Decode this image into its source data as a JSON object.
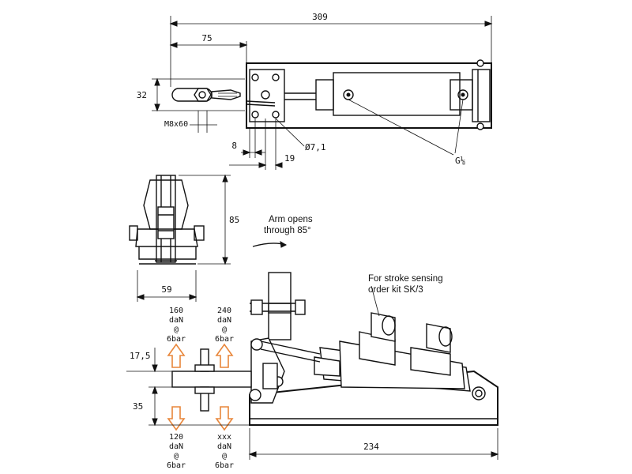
{
  "top_view": {
    "dim_overall": "309",
    "dim_pivot": "75",
    "dim_height": "32",
    "dim_thread": "M8x60",
    "dim_offset": "8",
    "dim_hole": "Ø7,1",
    "dim_spacing": "19",
    "port_label": "G⅛"
  },
  "end_view": {
    "dim_height": "85",
    "dim_width": "59"
  },
  "side_view": {
    "arm_note_line1": "Arm opens",
    "arm_note_line2": "through 85°",
    "sensor_note_line1": "For stroke sensing",
    "sensor_note_line2": "order kit SK/3",
    "dim_upper": "17,5",
    "dim_lower": "35",
    "dim_length": "234"
  },
  "forces": {
    "up_left": [
      "160",
      "daN",
      "@",
      "6bar"
    ],
    "up_right": [
      "240",
      "daN",
      "@",
      "6bar"
    ],
    "down_left": [
      "120",
      "daN",
      "@",
      "6bar"
    ],
    "down_right": [
      "xxx",
      "daN",
      "@",
      "6bar"
    ]
  },
  "colors": {
    "arrow": "#e8863a",
    "line": "#111111"
  }
}
